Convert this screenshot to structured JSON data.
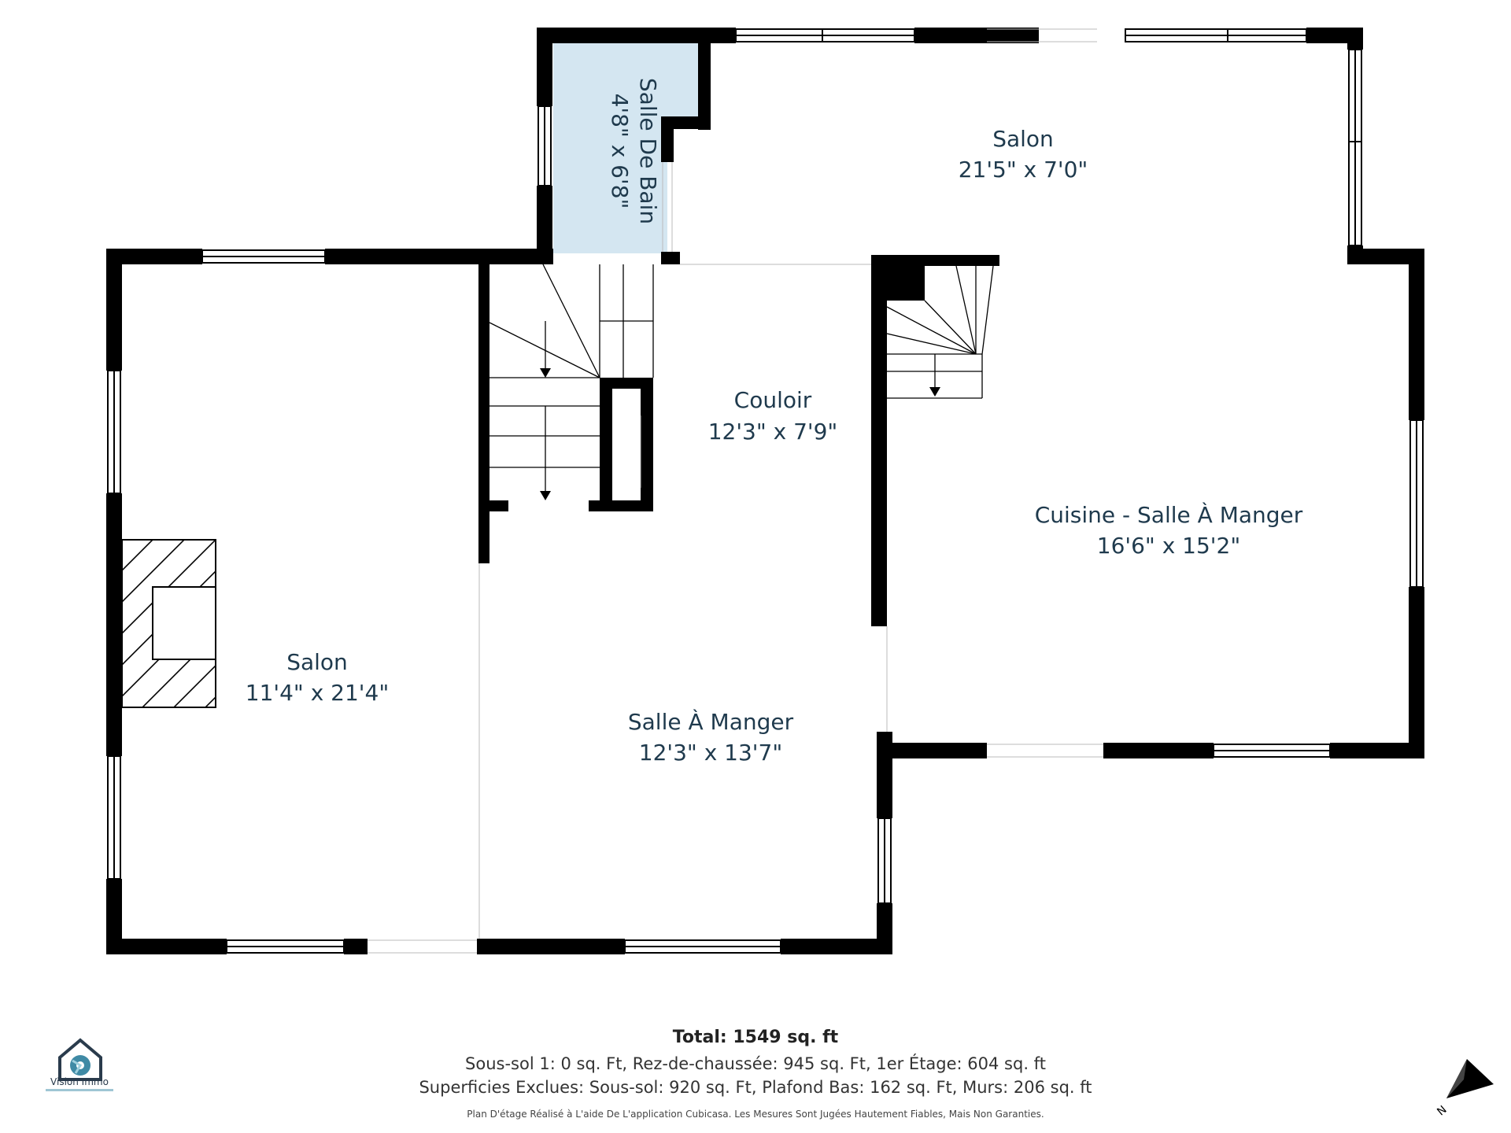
{
  "rooms": {
    "salle_de_bain": {
      "name": "Salle De Bain",
      "dims": "4'8\" x 6'8\""
    },
    "salon_top": {
      "name": "Salon",
      "dims": "21'5\" x 7'0\""
    },
    "couloir": {
      "name": "Couloir",
      "dims": "12'3\" x 7'9\""
    },
    "cuisine": {
      "name": "Cuisine - Salle À Manger",
      "dims": "16'6\" x 15'2\""
    },
    "salon_left": {
      "name": "Salon",
      "dims": "11'4\" x 21'4\""
    },
    "salle_a_manger": {
      "name": "Salle À Manger",
      "dims": "12'3\" x 13'7\""
    }
  },
  "footer": {
    "total": "Total: 1549 sq. ft",
    "line1": "Sous-sol 1: 0 sq. Ft, Rez-de-chaussée: 945 sq. Ft, 1er Étage: 604 sq. ft",
    "line2": "Superficies Exclues: Sous-sol: 920 sq. Ft, Plafond Bas: 162 sq. Ft, Murs: 206 sq. ft",
    "disclaimer": "Plan D'étage Réalisé à L'aide De L'application Cubicasa. Les Mesures Sont Jugées Hautement Fiables, Mais Non Garanties."
  },
  "logo": {
    "name": "Vision Immo"
  },
  "compass": {
    "label": "N"
  },
  "colors": {
    "wall": "#000000",
    "bathroom": "#d4e6f1",
    "label": "#1f3a4d"
  }
}
